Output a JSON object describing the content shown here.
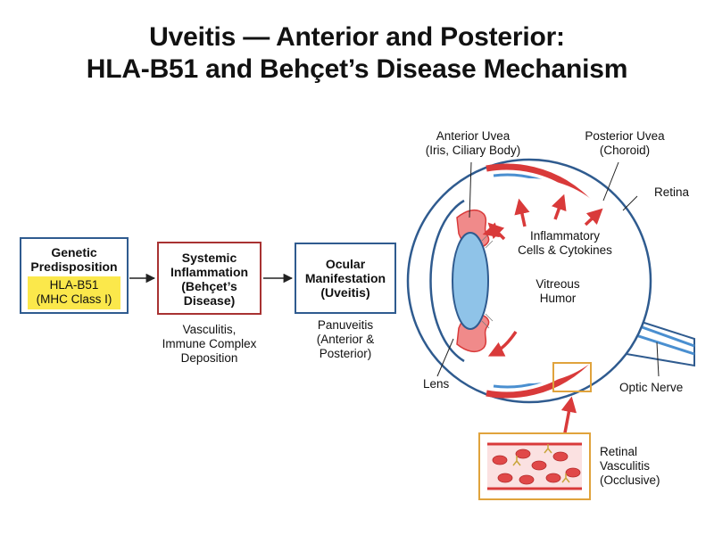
{
  "title": {
    "line1": "Uveitis — Anterior and Posterior:",
    "line2": "HLA-B51 and Behçet’s Disease Mechanism"
  },
  "flow": {
    "genetic": {
      "heading_line1": "Genetic",
      "heading_line2": "Predisposition",
      "highlight_line1": "HLA-B51",
      "highlight_line2": "(MHC Class I)"
    },
    "systemic": {
      "heading_line1": "Systemic",
      "heading_line2": "Inflammation",
      "heading_line3": "(Behçet’s",
      "heading_line4": "Disease)",
      "caption_line1": "Vasculitis,",
      "caption_line2": "Immune Complex",
      "caption_line3": "Deposition"
    },
    "ocular": {
      "heading_line1": "Ocular",
      "heading_line2": "Manifestation",
      "heading_line3": "(Uveitis)",
      "caption_line1": "Panuveitis",
      "caption_line2": "(Anterior &",
      "caption_line3": "Posterior)"
    }
  },
  "eye": {
    "anterior_uvea_line1": "Anterior Uvea",
    "anterior_uvea_line2": "(Iris, Ciliary Body)",
    "posterior_uvea_line1": "Posterior Uvea",
    "posterior_uvea_line2": "(Choroid)",
    "retina": "Retina",
    "inflammatory_line1": "Inflammatory",
    "inflammatory_line2": "Cells & Cytokines",
    "vitreous_line1": "Vitreous",
    "vitreous_line2": "Humor",
    "lens": "Lens",
    "optic_nerve": "Optic Nerve"
  },
  "inset": {
    "label_line1": "Retinal",
    "label_line2": "Vasculitis",
    "label_line3": "(Occlusive)"
  },
  "colors": {
    "box_blue": "#2f5b8f",
    "box_red": "#a83232",
    "highlight": "#fbe84b",
    "inflammation_red": "#d93a3a",
    "lens_blue": "#8fc3e8",
    "inset_border": "#e0a33c"
  }
}
